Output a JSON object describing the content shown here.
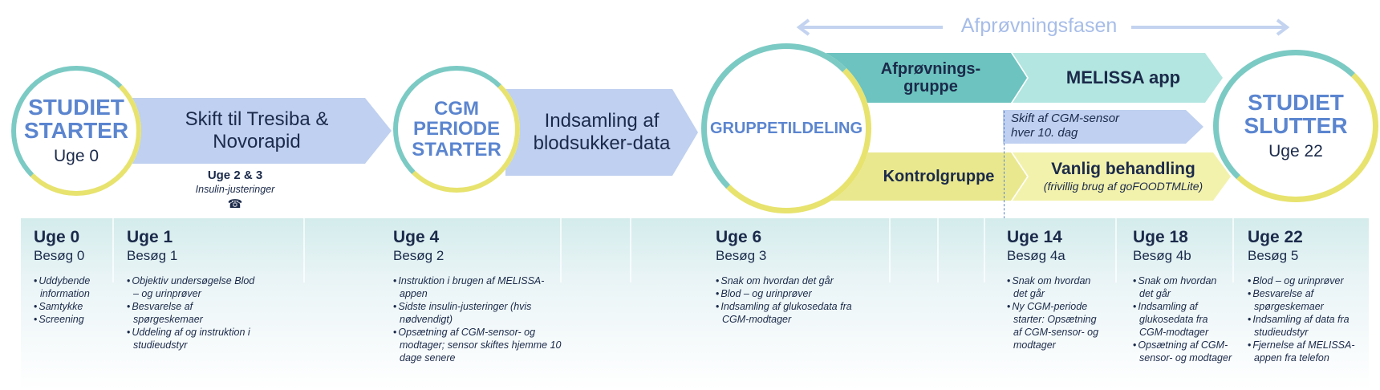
{
  "phase_label": "Afprøvningsfasen",
  "circle_start": {
    "title_1": "STUDIET",
    "title_2": "STARTER",
    "sub": "Uge 0"
  },
  "arrow_switch": {
    "line_1": "Skift til Tresiba &",
    "line_2": "Novorapid"
  },
  "note_week23": {
    "title": "Uge 2 & 3",
    "sub": "Insulin-justeringer",
    "icon": "phone-icon"
  },
  "circle_cgm": {
    "line_1": "CGM",
    "line_2": "PERIODE",
    "line_3": "STARTER"
  },
  "arrow_collect": {
    "line_1": "Indsamling af",
    "line_2": "blodsukker-data"
  },
  "circle_group": {
    "title": "GRUPPETILDELING"
  },
  "arrow_test_group": {
    "line_1": "Afprøvnings-",
    "line_2": "gruppe"
  },
  "arrow_melissa": {
    "label": "MELISSA app"
  },
  "arrow_sensor": {
    "line_1": "Skift af CGM-sensor",
    "line_2": "hver 10. dag"
  },
  "arrow_control": {
    "label": "Kontrolgruppe"
  },
  "arrow_usual": {
    "title": "Vanlig behandling",
    "sub": "(frivillig brug af goFOODTMLite)"
  },
  "circle_end": {
    "title_1": "STUDIET",
    "title_2": "SLUTTER",
    "sub": "Uge 22"
  },
  "colors": {
    "blue": "#5b85cf",
    "light_blue": "#b9cdf0",
    "teal": "#6cc3bf",
    "light_teal": "#b3e6e0",
    "yellow": "#e6e48a",
    "light_yellow": "#f1f0a6",
    "navy": "#1b2a4a"
  },
  "visits": [
    {
      "week": "Uge 0",
      "visit": "Besøg 0",
      "items": [
        "Uddybende information",
        "Samtykke",
        "Screening"
      ]
    },
    {
      "week": "Uge 1",
      "visit": "Besøg 1",
      "items": [
        "Objektiv undersøgelse Blod – og urinprøver",
        "Besvarelse af spørgeskemaer",
        "Uddeling af og instruktion i studieudstyr"
      ]
    },
    {
      "week": "Uge 4",
      "visit": "Besøg 2",
      "items": [
        "Instruktion i brugen af MELISSA-appen",
        "Sidste insulin-justeringer (hvis nødvendigt)",
        "Opsætning af CGM-sensor- og modtager; sensor skiftes hjemme 10 dage senere"
      ]
    },
    {
      "week": "Uge 6",
      "visit": "Besøg 3",
      "items": [
        "Snak om hvordan det går",
        "Blod – og urinprøver",
        "Indsamling af glukosedata fra CGM-modtager"
      ]
    },
    {
      "week": "Uge 14",
      "visit": "Besøg 4a",
      "items": [
        "Snak om hvordan det går",
        "Ny CGM-periode starter: Opsætning af CGM-sensor- og modtager"
      ]
    },
    {
      "week": "Uge 18",
      "visit": "Besøg 4b",
      "items": [
        "Snak om hvordan det går",
        "Indsamling af glukosedata fra CGM-modtager",
        "Opsætning af CGM-sensor- og modtager"
      ]
    },
    {
      "week": "Uge 22",
      "visit": "Besøg 5",
      "items": [
        "Blod – og urinprøver",
        "Besvarelse af spørgeskemaer",
        "Indsamling af data fra studieudstyr",
        "Fjernelse af MELISSA-appen fra telefon"
      ]
    }
  ]
}
